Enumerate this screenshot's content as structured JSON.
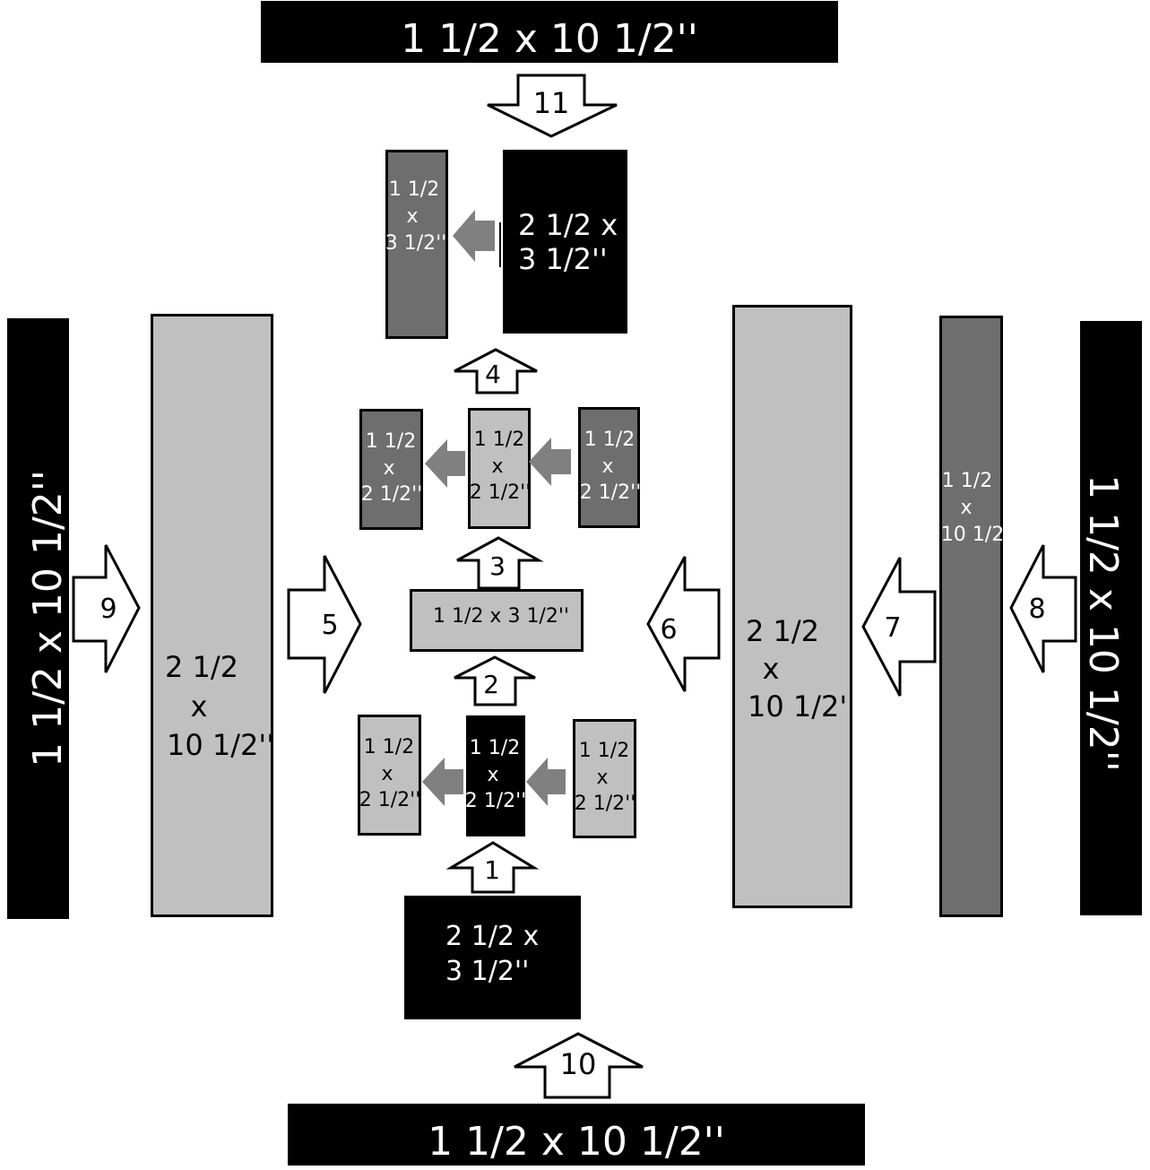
{
  "colors": {
    "black": "#000000",
    "light": "#c0c0c0",
    "medium": "#6e6e6e",
    "small_arrow": "#808080",
    "white": "#ffffff"
  },
  "pieces": {
    "top_border": "1 1/2 x 10 1/2''",
    "bottom_border": "1 1/2 x 10 1/2''",
    "left_border": "1 1/2 x 10 1/2''",
    "right_border": "1 1/2 x 10 1/2''",
    "top_left_strip": [
      "1 1/2",
      "x",
      "3 1/2''"
    ],
    "top_block": [
      "2 1/2 x",
      "3 1/2''"
    ],
    "row3_left": [
      "1 1/2",
      "x",
      "2 1/2''"
    ],
    "row3_center": [
      "1 1/2",
      "x",
      "2 1/2''"
    ],
    "row3_right": [
      "1 1/2",
      "x",
      "2 1/2''"
    ],
    "center_bar": "1 1/2 x 3 1/2''",
    "row1_left": [
      "1 1/2",
      "x",
      "2 1/2''"
    ],
    "row1_center": [
      "1 1/2",
      "x",
      "2 1/2''"
    ],
    "row1_right": [
      "1 1/2",
      "x",
      "2 1/2''"
    ],
    "bottom_block": [
      "2 1/2 x",
      "3 1/2''"
    ],
    "left_tall": [
      "2 1/2",
      "x",
      "10 1/2''"
    ],
    "right_tall": [
      "2 1/2",
      "x",
      "10 1/2''"
    ],
    "right_strip": [
      "1 1/2",
      "x",
      "10 1/2"
    ]
  },
  "steps": {
    "s1": "1",
    "s2": "2",
    "s3": "3",
    "s4": "4",
    "s5": "5",
    "s6": "6",
    "s7": "7",
    "s8": "8",
    "s9": "9",
    "s10": "10",
    "s11": "11"
  }
}
